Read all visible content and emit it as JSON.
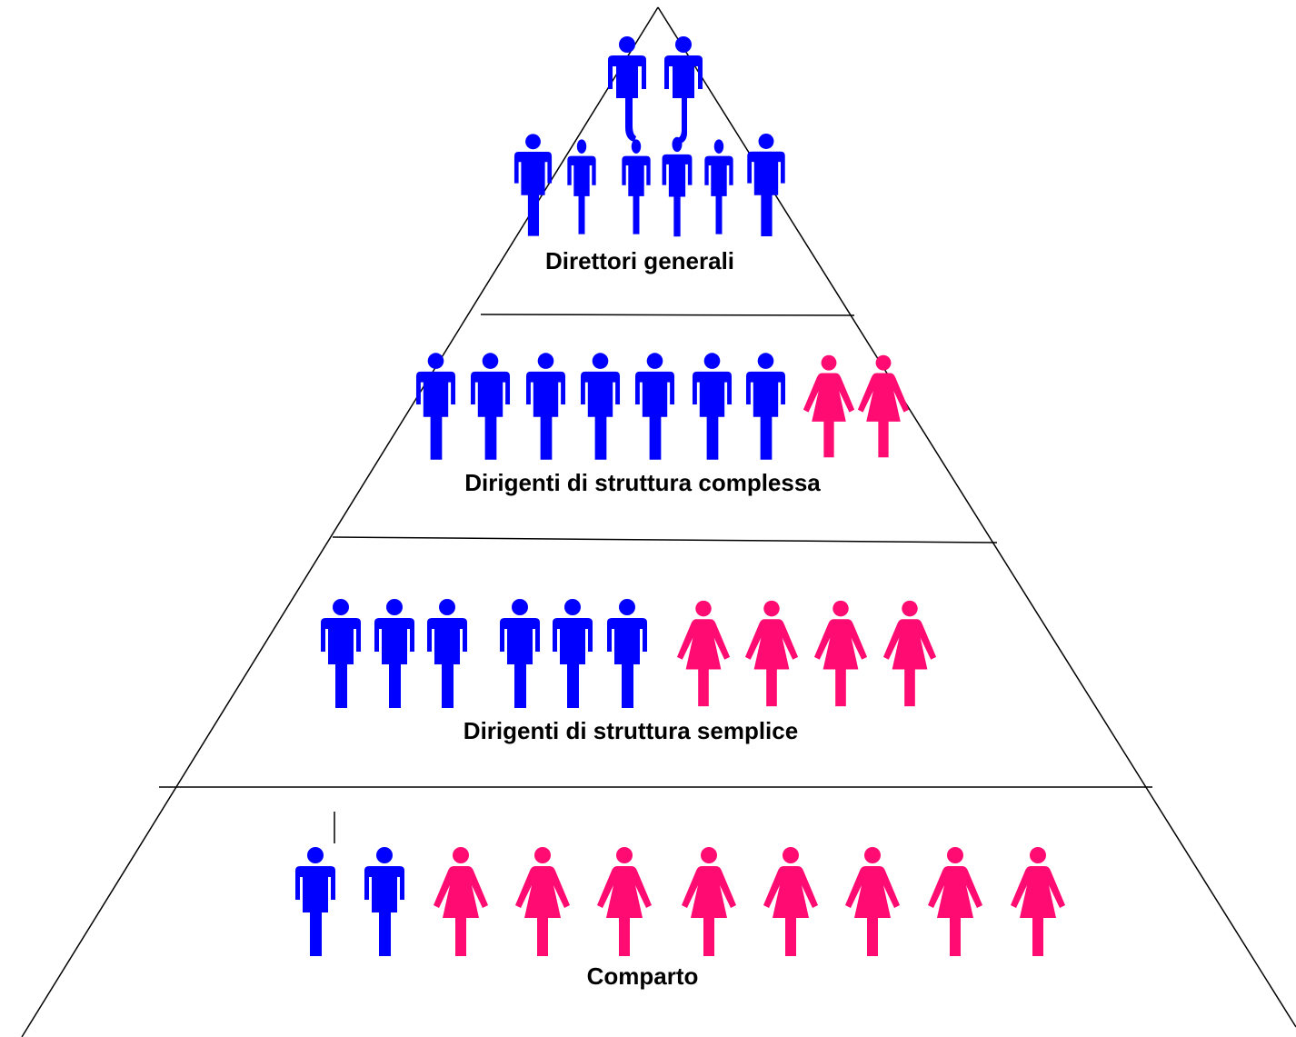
{
  "colors": {
    "male": "#0000ff",
    "female": "#ff0b72",
    "outline": "#000000"
  },
  "tiers": [
    {
      "label": "Direttori generali",
      "men": 8,
      "women": 0
    },
    {
      "label": "Dirigenti di struttura complessa",
      "men": 7,
      "women": 2
    },
    {
      "label": "Dirigenti di struttura semplice",
      "men": 6,
      "women": 4
    },
    {
      "label": "Comparto",
      "men": 2,
      "women": 8
    }
  ]
}
